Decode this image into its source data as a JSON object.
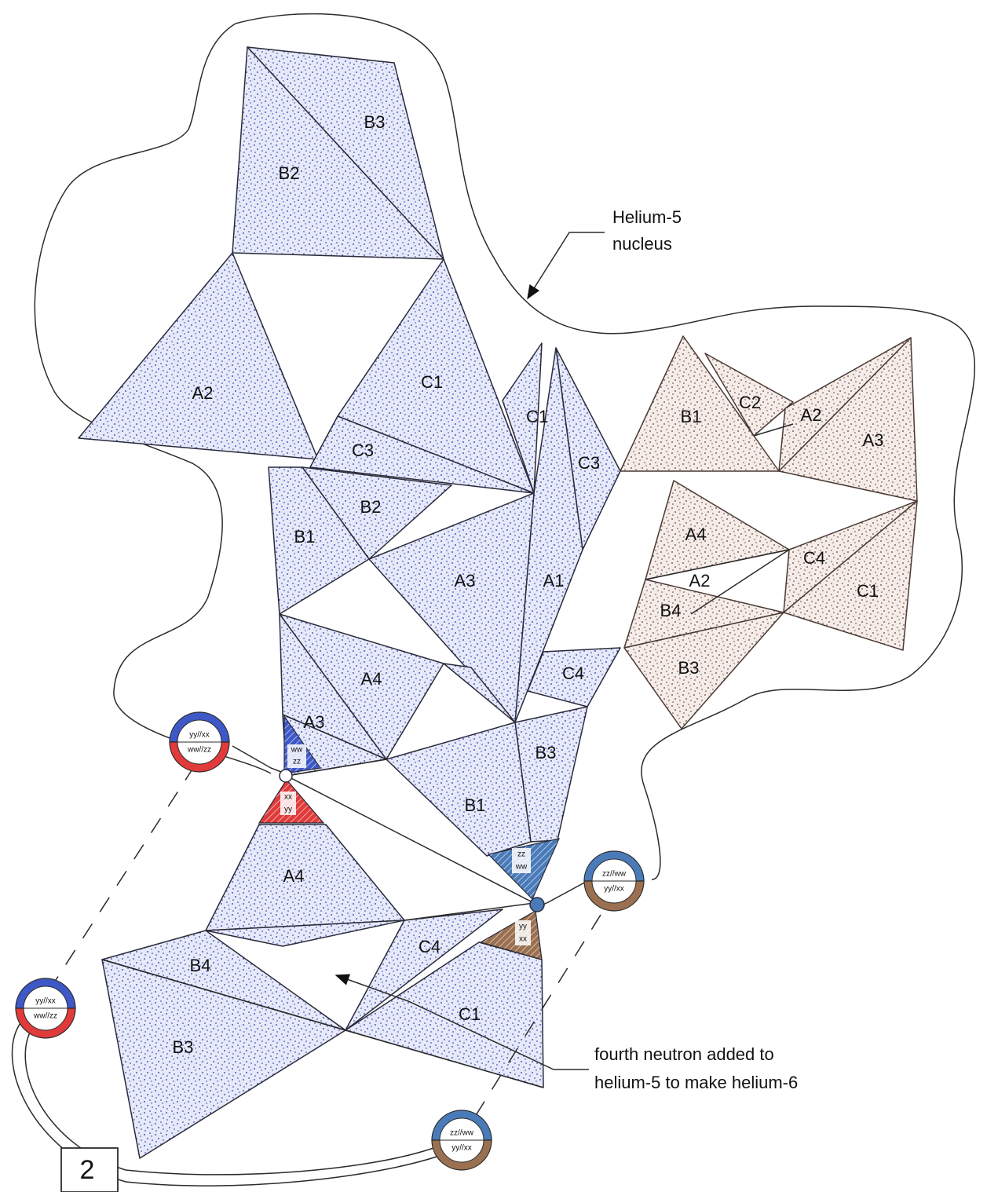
{
  "annotations": {
    "helium5": [
      "Helium-5",
      "nucleus"
    ],
    "fourth_neutron": [
      "fourth neutron added to",
      "helium-5 to make helium-6"
    ]
  },
  "page_number": "2",
  "colors": {
    "blue_dots": "#1f2fb8",
    "blue_fill": "#e6e9f7",
    "brown_dots": "#6b3a2a",
    "brown_fill": "#f4ece8",
    "quark_blue": "#3f58c8",
    "quark_red": "#e03a3a",
    "quark_steel": "#4a7bb8",
    "quark_brown": "#9a7050"
  },
  "labels": {
    "upper_blue": [
      "B3",
      "B2",
      "A2",
      "C1",
      "C3",
      "B2",
      "B1",
      "C1",
      "C3",
      "A1",
      "A3",
      "A4",
      "A3",
      "C4",
      "B3",
      "B1"
    ],
    "brown": [
      "B1",
      "C2",
      "A2",
      "A3",
      "A4",
      "C4",
      "A2",
      "C1",
      "B4",
      "B3"
    ],
    "lower_blue": [
      "A4",
      "C4",
      "B4",
      "C1",
      "B3"
    ]
  },
  "quark_tags": {
    "blue_corner": [
      "ww",
      "zz"
    ],
    "red_corner": [
      "xx",
      "yy"
    ],
    "steel_corner": [
      "zz",
      "ww"
    ],
    "brown_corner": [
      "yy",
      "xx"
    ]
  },
  "badges": [
    {
      "top": "yy//xx",
      "bottom": "ww//zz",
      "top_color": "#3f58c8",
      "bottom_color": "#e03a3a"
    },
    {
      "top": "zz//ww",
      "bottom": "yy//xx",
      "top_color": "#4a7bb8",
      "bottom_color": "#9a7050"
    },
    {
      "top": "yy//xx",
      "bottom": "ww//zz",
      "top_color": "#3f58c8",
      "bottom_color": "#e03a3a"
    },
    {
      "top": "zz//ww",
      "bottom": "yy//xx",
      "top_color": "#4a7bb8",
      "bottom_color": "#9a7050"
    }
  ]
}
